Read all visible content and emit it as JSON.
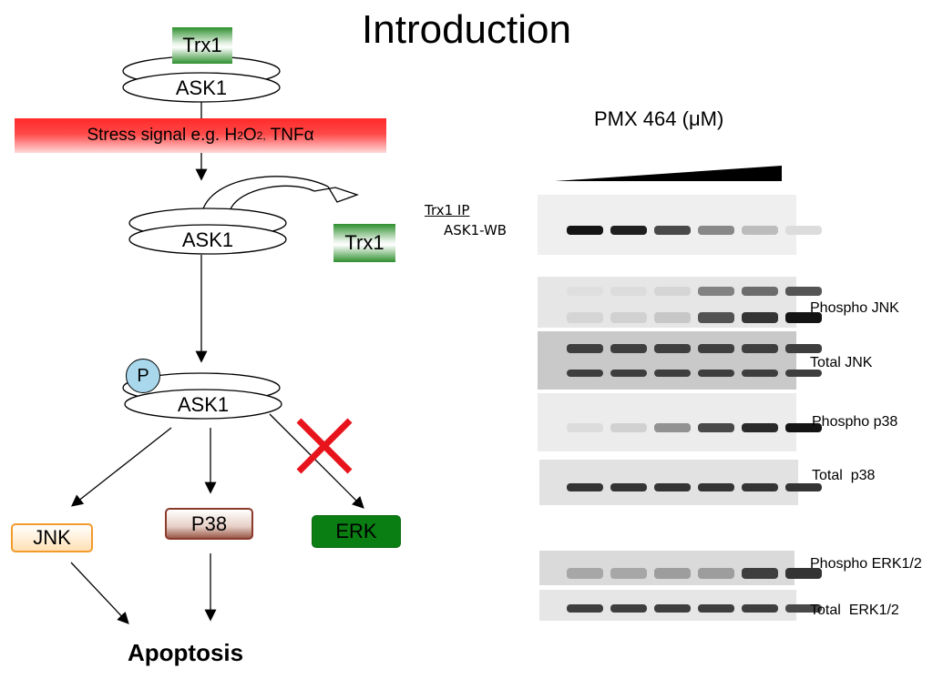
{
  "title": "Introduction",
  "pathway": {
    "trx1_top": "Trx1",
    "ask1_1": "ASK1",
    "stress_prefix": "Stress signal e.g. H",
    "stress_sub1": "2",
    "stress_o": "O",
    "stress_sub2": "2,",
    "stress_suffix": " TNF",
    "stress_alpha": "α",
    "ask1_2": "ASK1",
    "trx1_released": "Trx1",
    "phospho": "P",
    "ask1_3": "ASK1",
    "jnk": "JNK",
    "p38": "P38",
    "erk": "ERK",
    "apoptosis": "Apoptosis",
    "colors": {
      "stress": "#ff2a2a",
      "trx": "#2e8f2e",
      "erk": "#0a7e12",
      "jnk_border": "#f39a2c",
      "p38_border": "#8b3a2c",
      "block_x": "#e8141c",
      "phospho_circle": "#a9d8ec"
    }
  },
  "blot": {
    "pmx_prefix": "PMX 464 (",
    "pmx_mu": "μ",
    "pmx_suffix": "M)",
    "ip_label": "Trx1 IP",
    "wb_label": "ASK1-WB",
    "rows": [
      {
        "label": "Phospho JNK",
        "intensity": [
          0.08,
          0.1,
          0.15,
          0.7,
          0.85,
          1.0
        ]
      },
      {
        "label": "Total JNK",
        "intensity": [
          0.8,
          0.8,
          0.8,
          0.8,
          0.8,
          0.8
        ]
      },
      {
        "label": "Phospho p38",
        "intensity": [
          0.05,
          0.1,
          0.4,
          0.75,
          0.9,
          1.0
        ]
      },
      {
        "label": "Total  p38",
        "intensity": [
          0.85,
          0.85,
          0.85,
          0.85,
          0.85,
          0.85
        ]
      },
      {
        "label": "Phospho ERK1/2",
        "intensity": [
          0.3,
          0.3,
          0.35,
          0.35,
          0.8,
          0.85
        ]
      },
      {
        "label": "Total  ERK1/2",
        "intensity": [
          0.8,
          0.8,
          0.8,
          0.8,
          0.8,
          0.75
        ]
      }
    ],
    "ask1_ip_intensity": [
      1.0,
      0.95,
      0.75,
      0.45,
      0.2,
      0.05
    ]
  }
}
